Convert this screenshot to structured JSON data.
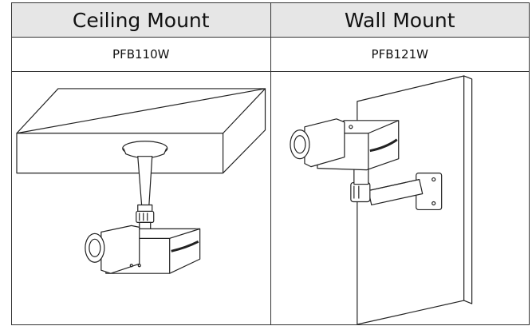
{
  "table": {
    "headers": [
      "Ceiling Mount",
      "Wall Mount"
    ],
    "models": [
      "PFB110W",
      "PFB121W"
    ],
    "illustrations": [
      "ceiling-mounted-camera-icon",
      "wall-mounted-camera-icon"
    ]
  }
}
